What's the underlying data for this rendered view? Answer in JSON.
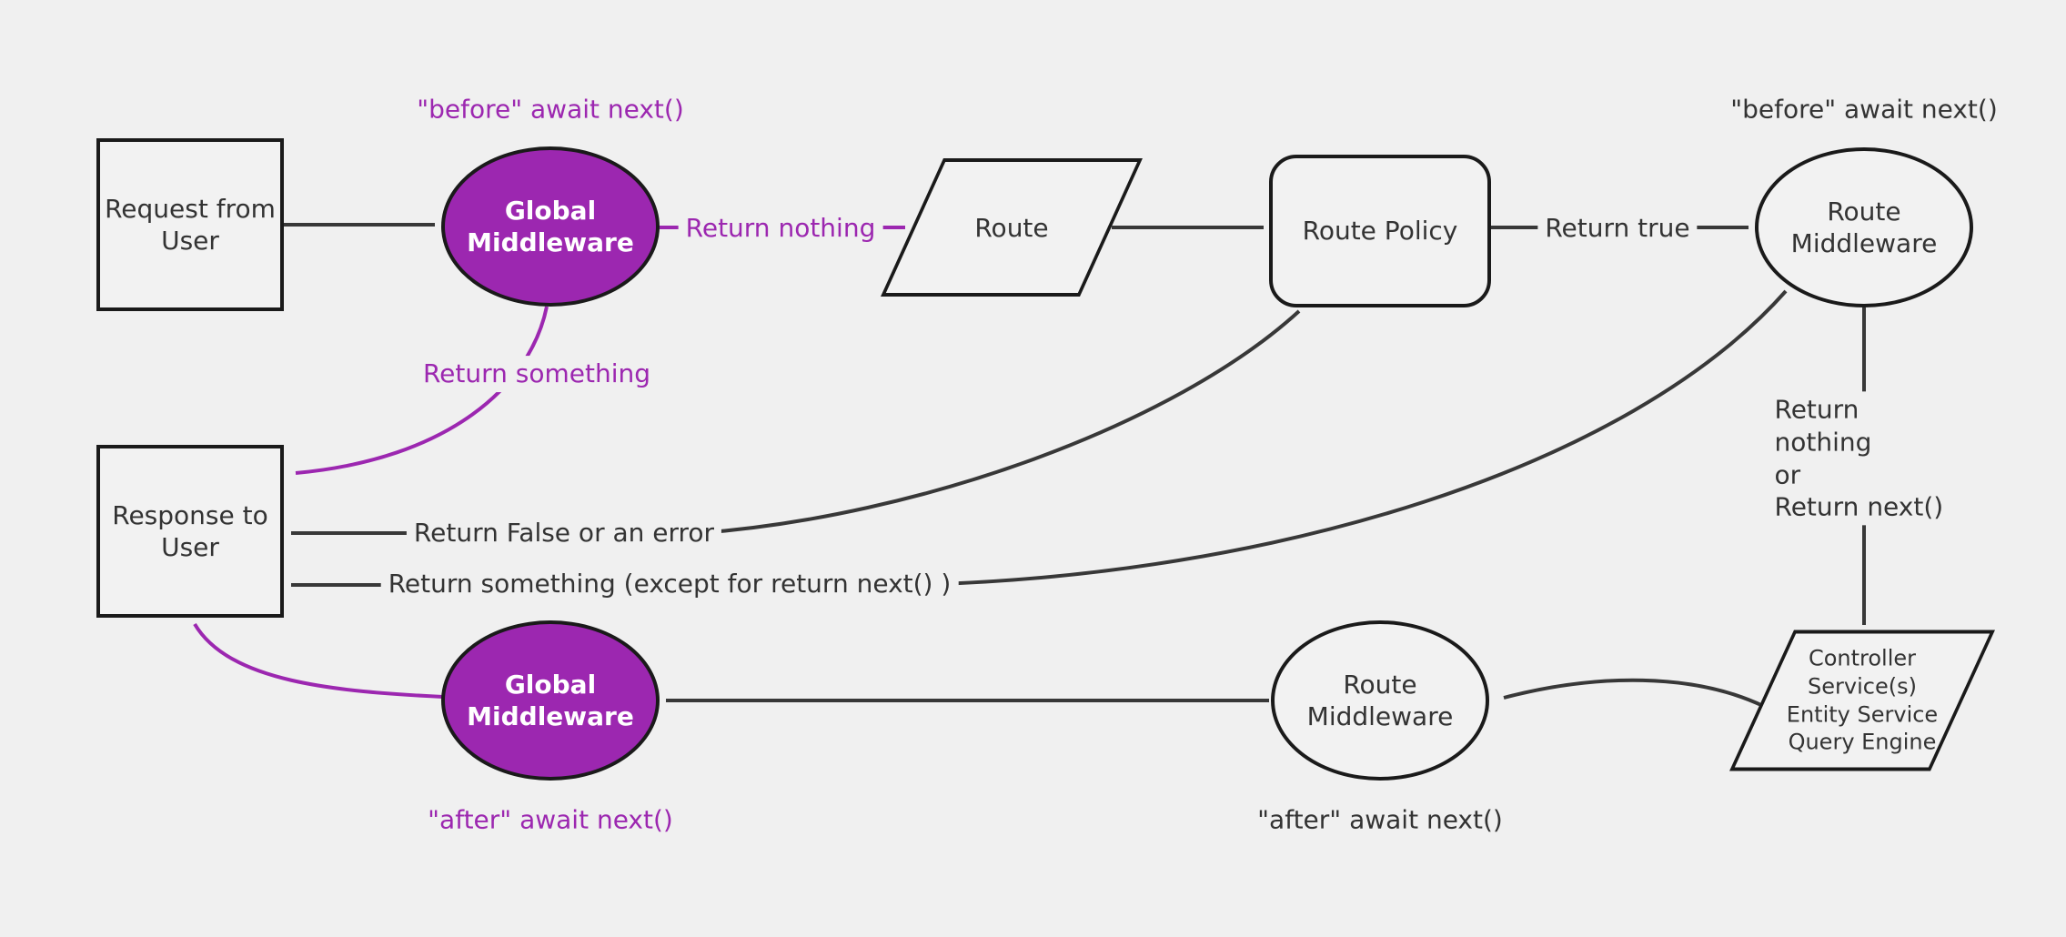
{
  "colors": {
    "background": "#f0f0f0",
    "node_fill": "#f2f2f2",
    "ink": "#1a1a1a",
    "line": "#383838",
    "text": "#333333",
    "purple": "#9c27b0",
    "purple_node_text": "#ffffff"
  },
  "nodes": {
    "request_from_user": {
      "label": "Request from\nUser"
    },
    "global_middleware_top": {
      "label": "Global\nMiddleware"
    },
    "route": {
      "label": "Route"
    },
    "route_policy": {
      "label": "Route Policy"
    },
    "route_middleware_top": {
      "label": "Route\nMiddleware"
    },
    "controller_stack": {
      "label": "Controller\nService(s)\nEntity Service\nQuery Engine"
    },
    "route_middleware_bottom": {
      "label": "Route\nMiddleware"
    },
    "global_middleware_bottom": {
      "label": "Global\nMiddleware"
    },
    "response_to_user": {
      "label": "Response to\nUser"
    }
  },
  "edge_labels": {
    "return_nothing": "Return nothing",
    "return_true": "Return true",
    "return_nothing_or_next": "Return nothing\nor\nReturn next()",
    "return_something": "Return something",
    "return_false_or_error": "Return False or an error",
    "return_something_except": "Return something (except for return next() )"
  },
  "annotations": {
    "before_await_global": "\"before\" await next()",
    "before_await_route": "\"before\" await next()",
    "after_await_route": "\"after\" await next()",
    "after_await_global": "\"after\" await next()"
  }
}
